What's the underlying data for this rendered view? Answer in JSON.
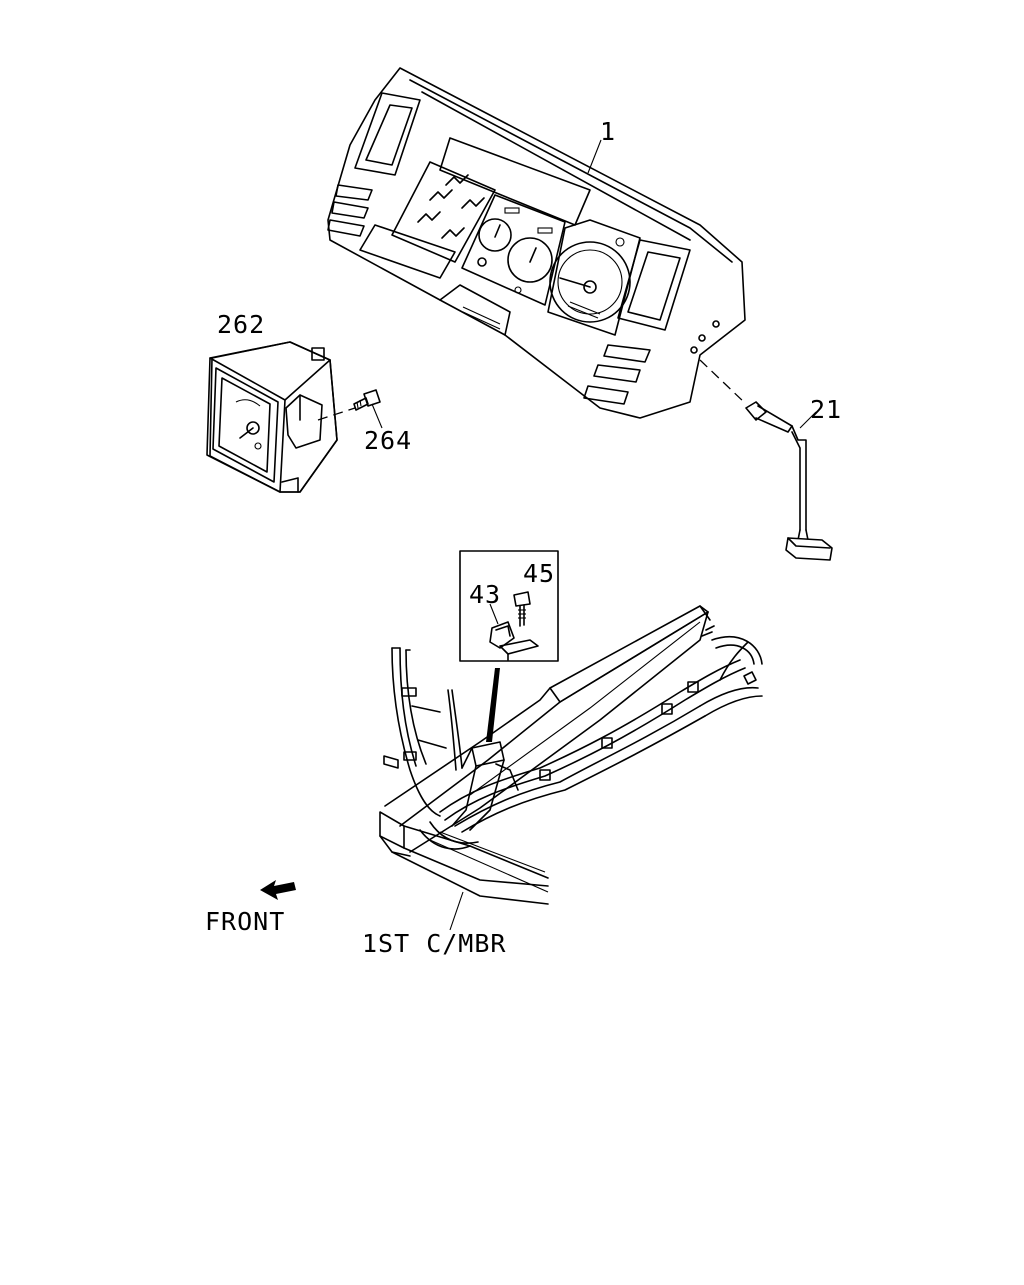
{
  "callouts": {
    "c1": "1",
    "c262": "262",
    "c264": "264",
    "c21": "21",
    "c45": "45",
    "c43": "43"
  },
  "orientation": {
    "front": "FRONT"
  },
  "frame_member": {
    "label": "1ST C/MBR"
  }
}
